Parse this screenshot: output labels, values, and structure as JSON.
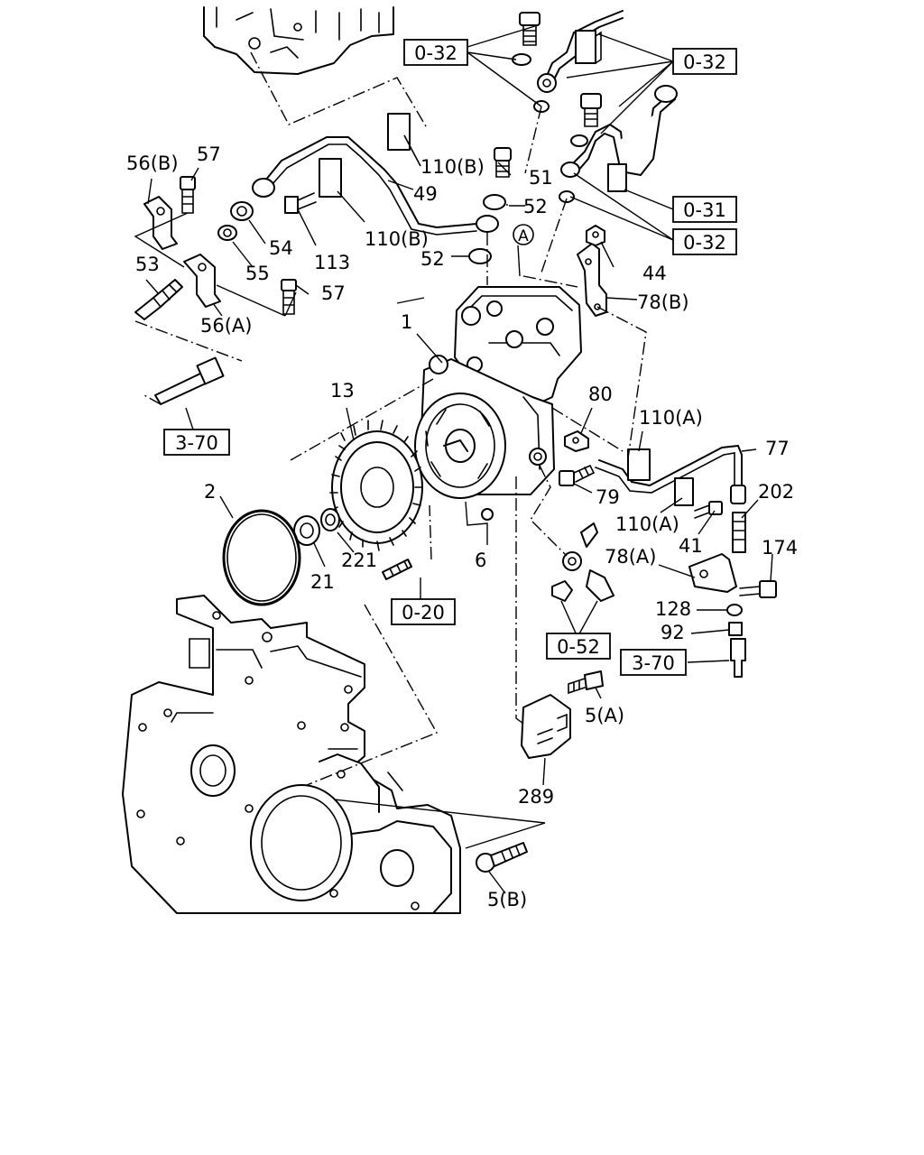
{
  "labels": {
    "p1": "1",
    "p2": "2",
    "p5a": "5(A)",
    "p5b": "5(B)",
    "p6": "6",
    "p13": "13",
    "p21": "21",
    "p221": "221",
    "p41": "41",
    "p44": "44",
    "p49": "49",
    "p51": "51",
    "p52a": "52",
    "p52b": "52",
    "p53": "53",
    "p54": "54",
    "p55": "55",
    "p56a": "56(A)",
    "p56b": "56(B)",
    "p57a": "57",
    "p57b": "57",
    "p77": "77",
    "p78a": "78(A)",
    "p78b": "78(B)",
    "p79": "79",
    "p80": "80",
    "p92": "92",
    "p110a1": "110(A)",
    "p110a2": "110(A)",
    "p110b1": "110(B)",
    "p110b2": "110(B)",
    "p113": "113",
    "p128": "128",
    "p174": "174",
    "p202": "202",
    "p289": "289",
    "circleA": "A"
  },
  "refs": {
    "r032a": "0-32",
    "r032b": "0-32",
    "r032c": "0-32",
    "r031": "0-31",
    "r370a": "3-70",
    "r370b": "3-70",
    "r020": "0-20",
    "r052": "0-52"
  }
}
